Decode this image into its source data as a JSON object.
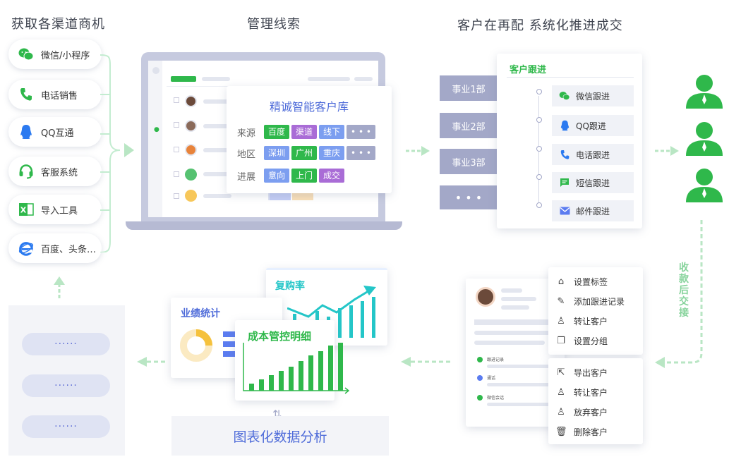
{
  "headings": {
    "channels": "获取各渠道商机",
    "manage": "管理线索",
    "assign": "客户在再配  系统化推进成交",
    "paid": "收款后交接",
    "charts": "图表化数据分析"
  },
  "channels": [
    {
      "label": "微信/小程序",
      "icon": "wechat-icon"
    },
    {
      "label": "电话销售",
      "icon": "phone-icon"
    },
    {
      "label": "QQ互通",
      "icon": "qq-icon"
    },
    {
      "label": "客服系统",
      "icon": "headset-icon"
    },
    {
      "label": "导入工具",
      "icon": "excel-icon"
    },
    {
      "label": "百度、头条…",
      "icon": "ie-icon"
    }
  ],
  "library": {
    "title": "精诚智能客户库",
    "rows": [
      {
        "label": "来源",
        "tags": [
          "百度",
          "渠道",
          "线下",
          "• • •"
        ]
      },
      {
        "label": "地区",
        "tags": [
          "深圳",
          "广州",
          "重庆",
          "• • •"
        ]
      },
      {
        "label": "进展",
        "tags": [
          "意向",
          "上门",
          "成交"
        ]
      }
    ]
  },
  "departments": [
    "事业1部",
    "事业2部",
    "事业3部",
    "• • •"
  ],
  "followup": {
    "title": "客户跟进",
    "items": [
      {
        "label": "微信跟进",
        "icon": "wechat-icon"
      },
      {
        "label": "QQ跟进",
        "icon": "qq-icon"
      },
      {
        "label": "电话跟进",
        "icon": "phone-icon"
      },
      {
        "label": "短信跟进",
        "icon": "sms-icon"
      },
      {
        "label": "邮件跟进",
        "icon": "mail-icon"
      }
    ]
  },
  "menu_top": [
    {
      "label": "设置标签",
      "icon": "tag-icon"
    },
    {
      "label": "添加跟进记录",
      "icon": "note-icon"
    },
    {
      "label": "转让客户",
      "icon": "user-icon"
    },
    {
      "label": "设置分组",
      "icon": "group-icon"
    }
  ],
  "menu_bottom": [
    {
      "label": "导出客户",
      "icon": "export-icon"
    },
    {
      "label": "转让客户",
      "icon": "user-icon"
    },
    {
      "label": "放弃客户",
      "icon": "user-remove-icon"
    },
    {
      "label": "删除客户",
      "icon": "trash-icon"
    }
  ],
  "detail_card": {
    "entries": [
      "跟进记录",
      "通话",
      "微信会话"
    ]
  },
  "charts": {
    "performance": "业绩统计",
    "repurchase": "复购率",
    "cost": "成本管控明细"
  },
  "placeholders": [
    "······",
    "······",
    "······"
  ],
  "colors": {
    "green": "#2fb84b",
    "blue": "#5b7cf0",
    "purple": "#a3a8c8",
    "teal": "#24c6c8",
    "arrow": "#b9e6c4"
  }
}
